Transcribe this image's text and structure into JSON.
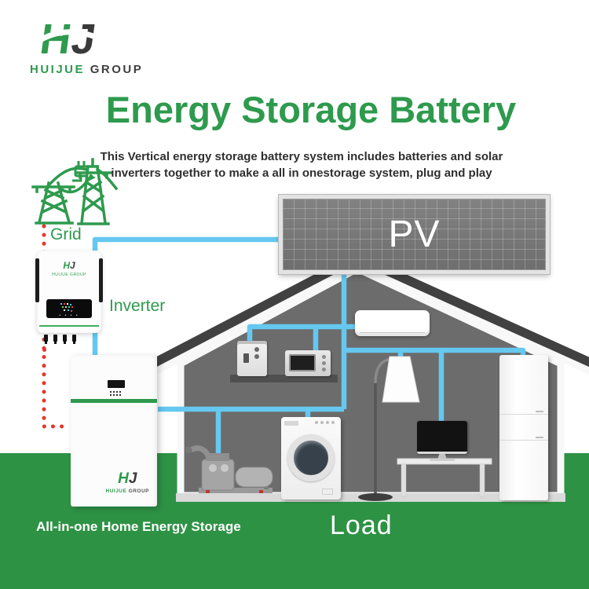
{
  "brand": {
    "monogram_h": "H",
    "monogram_j": "J",
    "name": "HUIJUE",
    "suffix": "GROUP"
  },
  "header": {
    "title": "Energy Storage Battery",
    "subtitle_line1": "This Vertical energy storage battery system includes batteries and solar",
    "subtitle_line2": "inverters together to make a all in onestorage system, plug and play"
  },
  "labels": {
    "grid": "Grid",
    "inverter": "Inverter",
    "pv": "PV",
    "load": "Load",
    "battery_caption": "All-in-one Home Energy Storage"
  },
  "inverter_unit": {
    "monogram_h": "H",
    "monogram_j": "J",
    "brand_line": "HUIJUE GROUP"
  },
  "battery_unit": {
    "monogram_h": "H",
    "monogram_j": "J",
    "brand": "HUIJUE",
    "suffix": "GROUP"
  },
  "icons": {
    "logo": "hj-monogram-icon",
    "grid": "transmission-towers-icon",
    "subtitle": "plug-icon"
  },
  "colors": {
    "green_primary": "#2e9a4d",
    "green_band": "#2e9245",
    "wire_blue": "#65c8f0",
    "dotted_red": "#e6362b",
    "wall_gray": "#6c6c6c",
    "roof_gray": "#414141",
    "title_green": "#2e9a4d",
    "text_dark": "#2f2f2f",
    "white": "#ffffff"
  }
}
